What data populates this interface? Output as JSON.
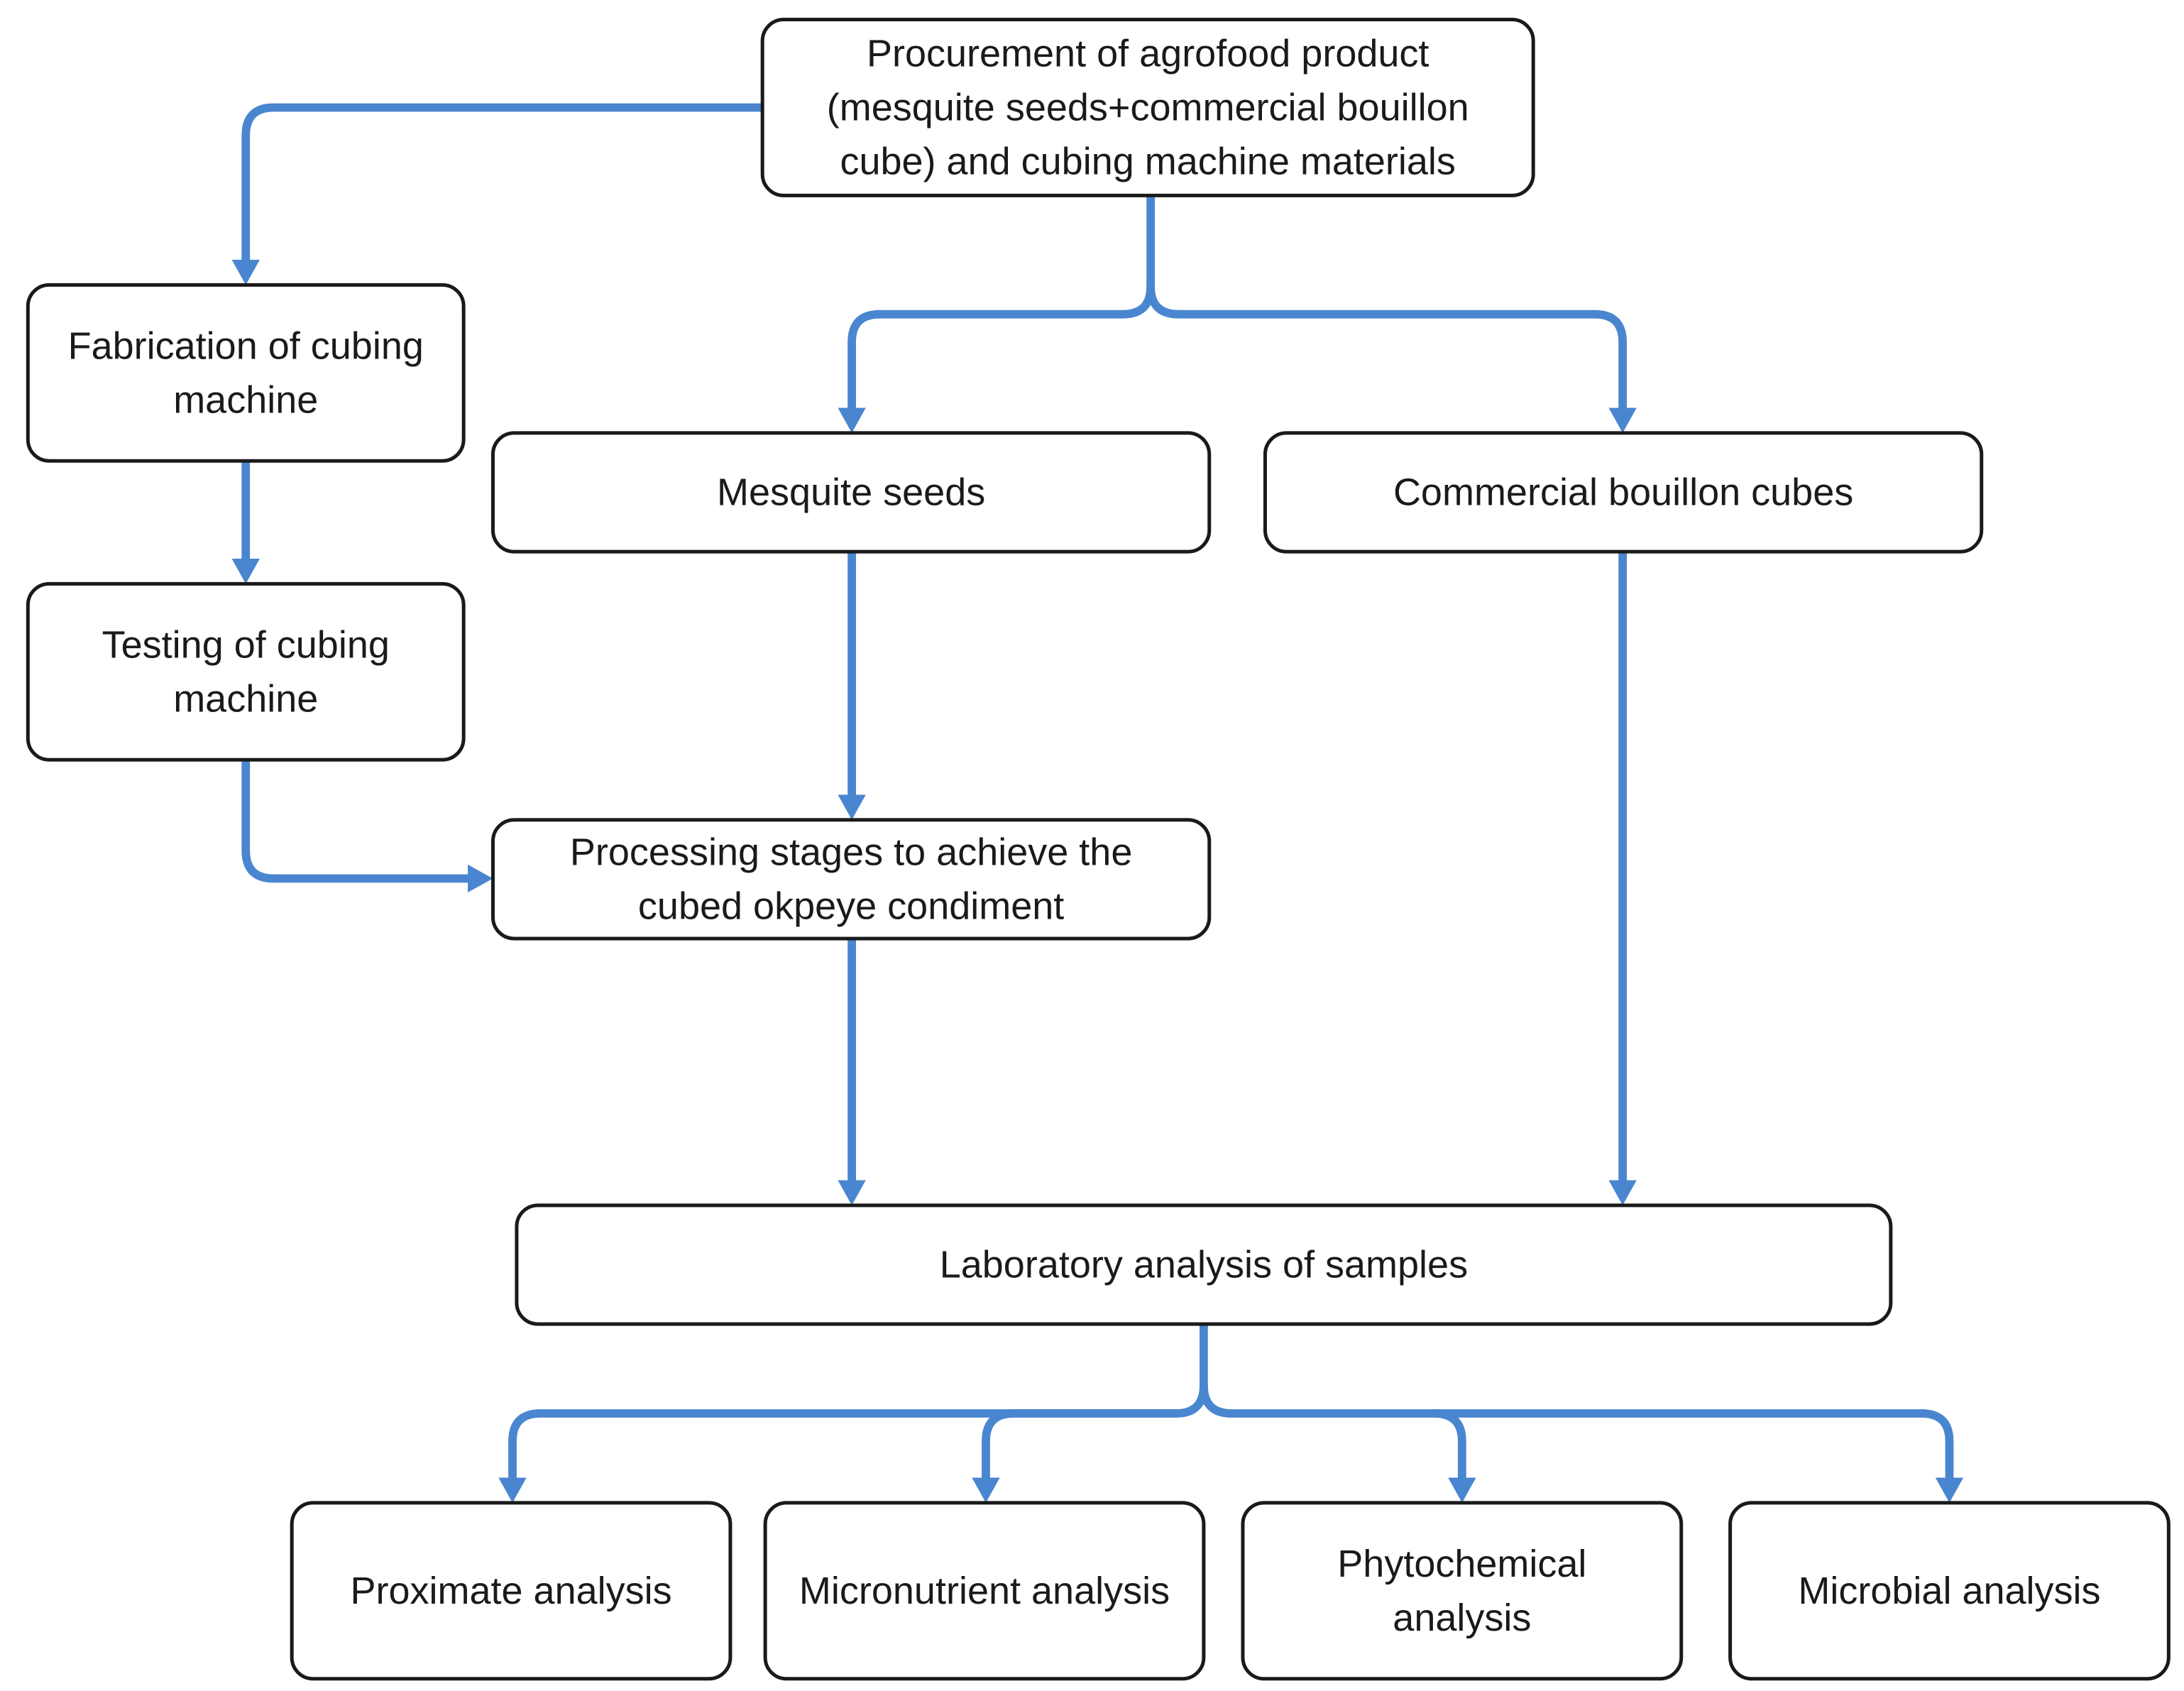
{
  "colors": {
    "connector": "#4a86d0",
    "box_border": "#1a1a1a",
    "box_fill": "#ffffff",
    "text": "#1a1a1a"
  },
  "nodes": {
    "procurement": {
      "lines": [
        "Procurement of agrofood product",
        "(mesquite seeds+commercial bouillon",
        "cube) and cubing machine materials"
      ]
    },
    "fabrication": {
      "lines": [
        "Fabrication of cubing",
        "machine"
      ]
    },
    "testing": {
      "lines": [
        "Testing of cubing",
        "machine"
      ]
    },
    "mesquite": {
      "lines": [
        "Mesquite seeds"
      ]
    },
    "bouillon": {
      "lines": [
        "Commercial bouillon cubes"
      ]
    },
    "processing": {
      "lines": [
        "Processing stages to achieve the",
        "cubed okpeye condiment"
      ]
    },
    "laboratory": {
      "lines": [
        "Laboratory analysis of samples"
      ]
    },
    "proximate": {
      "lines": [
        "Proximate analysis"
      ]
    },
    "micronutrient": {
      "lines": [
        "Micronutrient analysis"
      ]
    },
    "phytochemical": {
      "lines": [
        "Phytochemical",
        "analysis"
      ]
    },
    "microbial": {
      "lines": [
        "Microbial analysis"
      ]
    }
  },
  "edges": [
    {
      "from": "procurement",
      "to": "fabrication"
    },
    {
      "from": "procurement",
      "to": "mesquite"
    },
    {
      "from": "procurement",
      "to": "bouillon"
    },
    {
      "from": "fabrication",
      "to": "testing"
    },
    {
      "from": "testing",
      "to": "processing"
    },
    {
      "from": "mesquite",
      "to": "processing"
    },
    {
      "from": "processing",
      "to": "laboratory"
    },
    {
      "from": "bouillon",
      "to": "laboratory"
    },
    {
      "from": "laboratory",
      "to": "proximate"
    },
    {
      "from": "laboratory",
      "to": "micronutrient"
    },
    {
      "from": "laboratory",
      "to": "phytochemical"
    },
    {
      "from": "laboratory",
      "to": "microbial"
    }
  ]
}
